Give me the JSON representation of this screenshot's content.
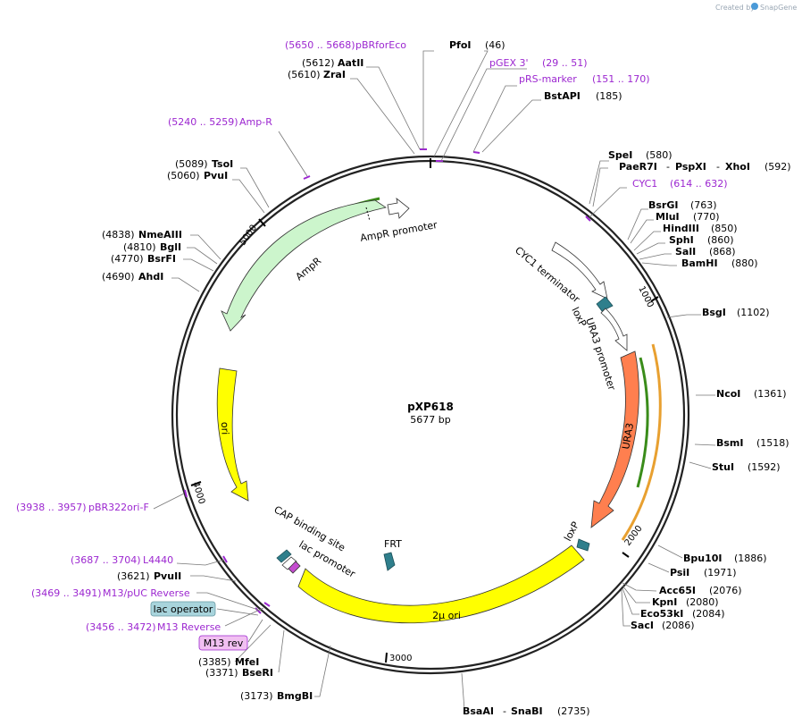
{
  "credit": {
    "prefix": "Created by",
    "brand": "SnapGene"
  },
  "plasmid": {
    "name": "pXP618",
    "length": "5677 bp"
  },
  "ticks": [
    "1000",
    "2000",
    "3000",
    "4000",
    "5000"
  ],
  "features": {
    "ampr_promoter": "AmpR promoter",
    "ampr": "AmpR",
    "ori": "ori",
    "cyc1_terminator": "CYC1 terminator",
    "loxp_top": "loxP",
    "ura3_promoter": "URA3 promoter",
    "ura3": "URA3",
    "loxp_bottom": "loxP",
    "two_micron_ori": "2μ ori",
    "frt": "FRT",
    "cap_binding_site": "CAP binding site",
    "lac_promoter": "lac promoter"
  },
  "sites": {
    "pBRforEco": {
      "range": "(5650 .. 5668)",
      "name": "pBRforEco"
    },
    "PfoI": {
      "name": "PfoI",
      "pos": "(46)"
    },
    "AatII": {
      "pos": "(5612)",
      "name": "AatII"
    },
    "ZraI": {
      "pos": "(5610)",
      "name": "ZraI"
    },
    "pGEX3": {
      "name": "pGEX 3'",
      "range": "(29 .. 51)"
    },
    "pRSmarker": {
      "name": "pRS-marker",
      "range": "(151 .. 170)"
    },
    "BstAPI": {
      "name": "BstAPI",
      "pos": "(185)"
    },
    "AmpR_primer": {
      "range": "(5240 .. 5259)",
      "name": "Amp-R"
    },
    "TsoI": {
      "pos": "(5089)",
      "name": "TsoI"
    },
    "PvuI": {
      "pos": "(5060)",
      "name": "PvuI"
    },
    "SpeI": {
      "name": "SpeI",
      "pos": "(580)"
    },
    "PaeR7I": {
      "name": "PaeR7I",
      "sep1": "-",
      "name2": "PspXI",
      "sep2": "-",
      "name3": "XhoI",
      "pos": "(592)"
    },
    "CYC1": {
      "name": "CYC1",
      "range": "(614 .. 632)"
    },
    "NmeAIII": {
      "pos": "(4838)",
      "name": "NmeAIII"
    },
    "BglI": {
      "pos": "(4810)",
      "name": "BglI"
    },
    "BsrFI": {
      "pos": "(4770)",
      "name": "BsrFI"
    },
    "AhdI": {
      "pos": "(4690)",
      "name": "AhdI"
    },
    "BsrGI": {
      "name": "BsrGI",
      "pos": "(763)"
    },
    "MluI": {
      "name": "MluI",
      "pos": "(770)"
    },
    "HindIII": {
      "name": "HindIII",
      "pos": "(850)"
    },
    "SphI": {
      "name": "SphI",
      "pos": "(860)"
    },
    "SalI": {
      "name": "SalI",
      "pos": "(868)"
    },
    "BamHI": {
      "name": "BamHI",
      "pos": "(880)"
    },
    "BsgI": {
      "name": "BsgI",
      "pos": "(1102)"
    },
    "NcoI": {
      "name": "NcoI",
      "pos": "(1361)"
    },
    "BsmI": {
      "name": "BsmI",
      "pos": "(1518)"
    },
    "StuI": {
      "name": "StuI",
      "pos": "(1592)"
    },
    "pBR322ori": {
      "range": "(3938 .. 3957)",
      "name": "pBR322ori-F"
    },
    "Bpu10I": {
      "name": "Bpu10I",
      "pos": "(1886)"
    },
    "PsiI": {
      "name": "PsiI",
      "pos": "(1971)"
    },
    "L4440": {
      "range": "(3687 .. 3704)",
      "name": "L4440"
    },
    "PvuII": {
      "pos": "(3621)",
      "name": "PvuII"
    },
    "M13pUC": {
      "range": "(3469 .. 3491)",
      "name": "M13/pUC Reverse"
    },
    "lac_operator": {
      "name": "lac operator"
    },
    "M13Rev": {
      "range": "(3456 .. 3472)",
      "name": "M13 Reverse"
    },
    "M13rev_box": {
      "name": "M13 rev"
    },
    "Acc65I": {
      "name": "Acc65I",
      "pos": "(2076)"
    },
    "KpnI": {
      "name": "KpnI",
      "pos": "(2080)"
    },
    "Eco53kI": {
      "name": "Eco53kI",
      "pos": "(2084)"
    },
    "SacI": {
      "name": "SacI",
      "pos": "(2086)"
    },
    "MfeI": {
      "pos": "(3385)",
      "name": "MfeI"
    },
    "BseRI": {
      "pos": "(3371)",
      "name": "BseRI"
    },
    "BmgBI": {
      "pos": "(3173)",
      "name": "BmgBI"
    },
    "BsaAI": {
      "name": "BsaAI",
      "sep": "-",
      "name2": "SnaBI",
      "pos": "(2735)"
    }
  }
}
